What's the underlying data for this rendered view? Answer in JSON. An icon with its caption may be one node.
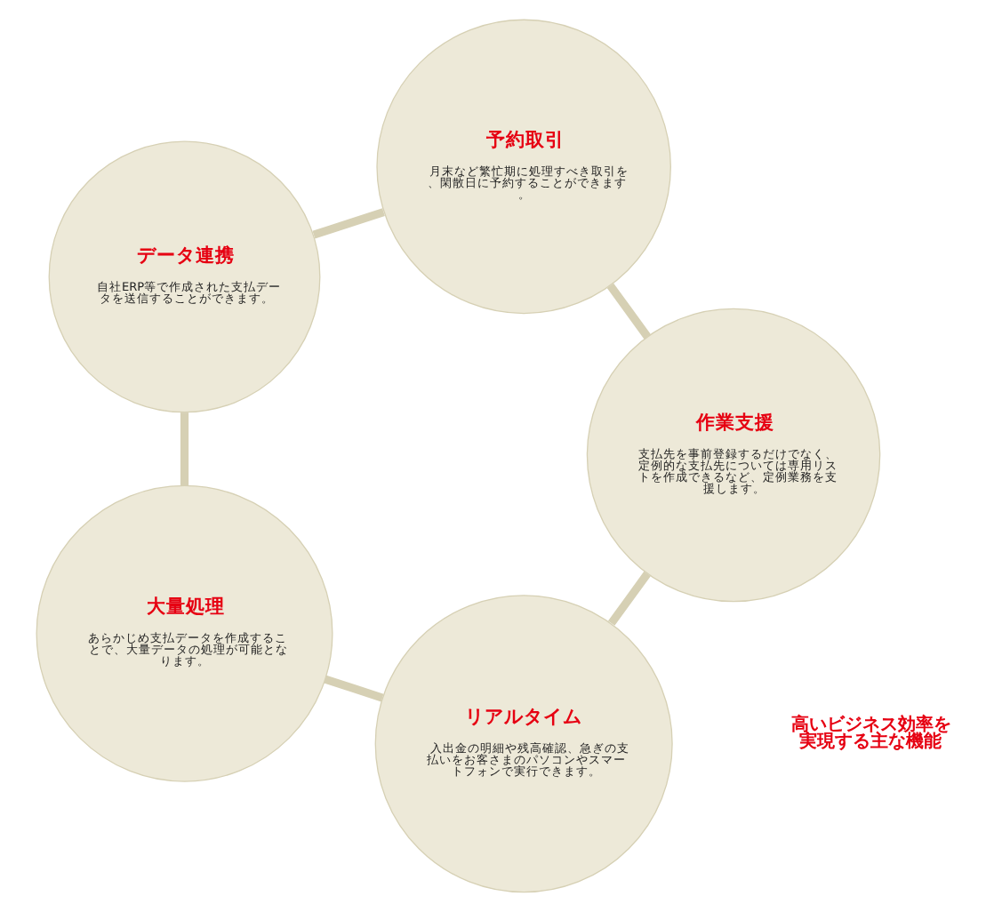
{
  "diagram": {
    "nodes": [
      {
        "text": [
          "リアルタイム",
          "入出金の明細や残高確認、急ぎの支払いをお客さまのパソコンやスマートフォンで実行できます。"
        ]
      },
      {
        "text": [
          "作業支援",
          "支払先を事前登録するだけでなく、定例的な支払先については専用リストを作成できるなど、定例業務を支援します。"
        ]
      },
      {
        "text": [
          "大量処理",
          "あらかじめ支払データを作成することで、大量データの処理が可能となります。"
        ]
      },
      {
        "text": [
          "予約取引",
          "月末など繁忙期に処理すべき取引を、閑散日に予約することができます。"
        ]
      },
      {
        "text": [
          "データ連携",
          "自社ERP等で作成された支払データを送信することができます。"
        ]
      }
    ],
    "edges": [
      {
        "from": 0,
        "to": 2,
        "arrow": "none"
      },
      {
        "from": 2,
        "to": 4,
        "arrow": "none"
      },
      {
        "from": 4,
        "to": 3,
        "arrow": "none"
      },
      {
        "from": 3,
        "to": 1,
        "arrow": "none"
      },
      {
        "from": 1,
        "to": 0,
        "arrow": "none"
      }
    ],
    "labels": [
      "高いビジネス効率を実現する主な機能"
    ]
  }
}
